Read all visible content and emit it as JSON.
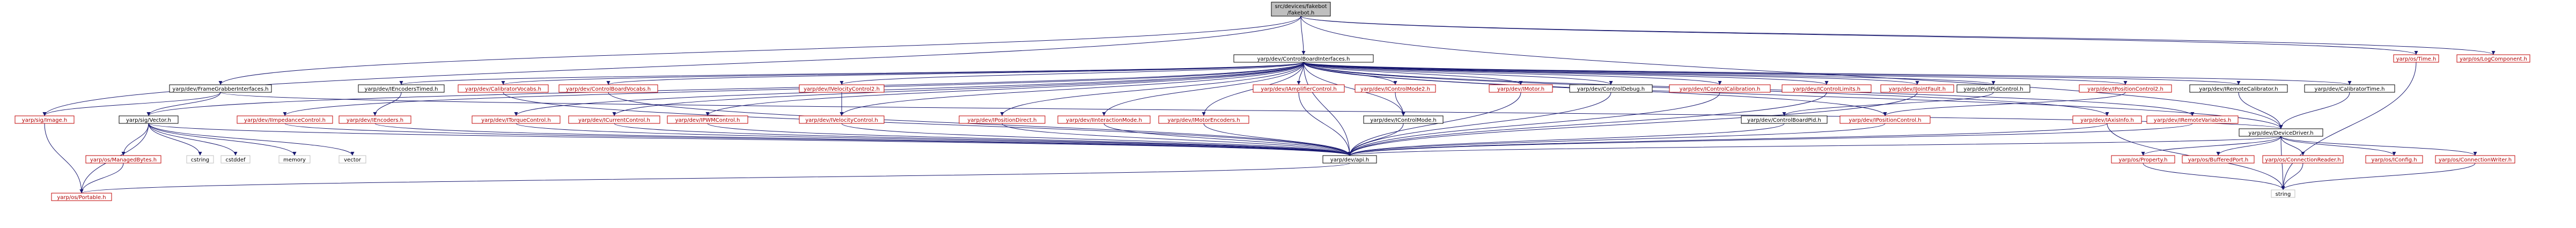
{
  "colors": {
    "root_fill": "#bfbfbf",
    "project_fill": "#ffffff",
    "project_border": "#000000",
    "external_border": "#c00000",
    "system_border": "#bfbfbf",
    "text_dark": "#000000",
    "text_red": "#b00000",
    "edge_blue": "#191970"
  },
  "graph": {
    "root": {
      "line1": "src/devices/fakebot",
      "line2": "/fakebot.h"
    },
    "nodes": {
      "cbi": "yarp/dev/ControlBoardInterfaces.h",
      "fgi": "yarp/dev/FrameGrabberInterfaces.h",
      "time": "yarp/os/Time.h",
      "logc": "yarp/os/LogComponent.h",
      "enct": "yarp/dev/IEncodersTimed.h",
      "calvocab": "yarp/dev/CalibratorVocabs.h",
      "cbvocab": "yarp/dev/ControlBoardVocabs.h",
      "velctl2": "yarp/dev/IVelocityControl2.h",
      "ampl": "yarp/dev/IAmplifierControl.h",
      "cm2": "yarp/dev/IControlMode2.h",
      "motor": "yarp/dev/IMotor.h",
      "cdebug": "yarp/dev/ControlDebug.h",
      "ccal": "yarp/dev/IControlCalibration.h",
      "climits": "yarp/dev/IControlLimits.h",
      "jfault": "yarp/dev/IJointFault.h",
      "pidctl": "yarp/dev/IPidControl.h",
      "pos2": "yarp/dev/IPositionControl2.h",
      "remcal": "yarp/dev/IRemoteCalibrator.h",
      "calib": "yarp/dev/CalibratorTime.h",
      "image": "yarp/sig/Image.h",
      "vector": "yarp/sig/Vector.h",
      "imp": "yarp/dev/IImpedanceControl.h",
      "enc": "yarp/dev/IEncoders.h",
      "torque": "yarp/dev/ITorqueControl.h",
      "current": "yarp/dev/ICurrentControl.h",
      "pwm": "yarp/dev/IPWMControl.h",
      "velctl": "yarp/dev/IVelocityControl.h",
      "posdir": "yarp/dev/IPositionDirect.h",
      "intmode": "yarp/dev/IInteractionMode.h",
      "motenc": "yarp/dev/IMotorEncoders.h",
      "cmode": "yarp/dev/IControlMode.h",
      "cbpid": "yarp/dev/ControlBoardPid.h",
      "posctl": "yarp/dev/IPositionControl.h",
      "axisinfo": "yarp/dev/IAxisInfo.h",
      "remvar": "yarp/dev/IRemoteVariables.h",
      "devdrv": "yarp/dev/DeviceDriver.h",
      "api": "yarp/dev/api.h",
      "mbytes": "yarp/os/ManagedBytes.h",
      "portable": "yarp/os/Portable.h",
      "cstring": "cstring",
      "cstddef": "cstddef",
      "memory": "memory",
      "vec": "vector",
      "property": "yarp/os/Property.h",
      "bport": "yarp/os/BufferedPort.h",
      "creader": "yarp/os/ConnectionReader.h",
      "iconfig": "yarp/os/IConfig.h",
      "cwriter": "yarp/os/ConnectionWriter.h",
      "string": "string"
    }
  }
}
